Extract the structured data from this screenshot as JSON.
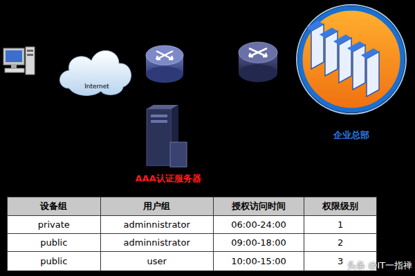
{
  "diagram": {
    "nodes": [
      {
        "text": [
          "Internet"
        ]
      },
      {
        "text": [
          "企业总部"
        ]
      },
      {
        "text": [
          "AAA认证服务器"
        ]
      }
    ],
    "labels": [
      "设备组",
      "用户组",
      "授权访问时间",
      "权限级别",
      "private",
      "adminnistrator",
      "06:00-24:00",
      "1",
      "public",
      "adminnistrator",
      "09:00-18:00",
      "2",
      "public",
      "user",
      "10:00-15:00",
      "3",
      "头条 @IT一指禅"
    ]
  }
}
